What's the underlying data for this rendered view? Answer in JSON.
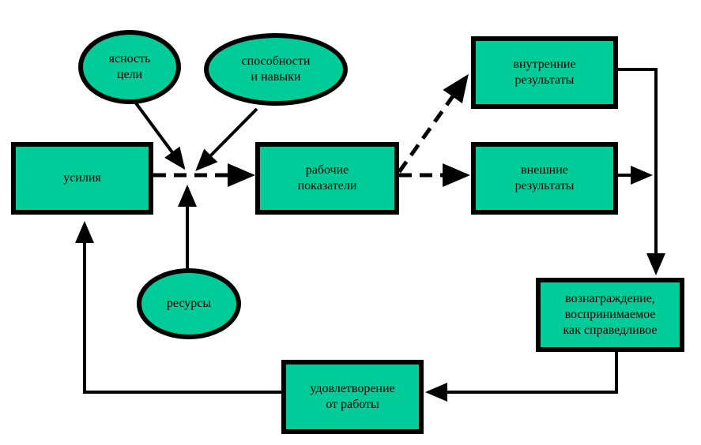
{
  "colors": {
    "node_fill": "#00cc99",
    "stroke": "#000000",
    "background": "#ffffff"
  },
  "nodes": {
    "clarity": {
      "line1": "ясность",
      "line2": "цели"
    },
    "abilities": {
      "line1": "способности",
      "line2": "и навыки"
    },
    "effort": {
      "line1": "усилия"
    },
    "performance": {
      "line1": "рабочие",
      "line2": "показатели"
    },
    "internal_results": {
      "line1": "внутренние",
      "line2": "результаты"
    },
    "external_results": {
      "line1": "внешние",
      "line2": "результаты"
    },
    "resources": {
      "line1": "ресурсы"
    },
    "reward": {
      "line1": "вознаграждение,",
      "line2": "воспринимаемое",
      "line3": "как справедливое"
    },
    "satisfaction": {
      "line1": "удовлетворение",
      "line2": "от работы"
    }
  }
}
